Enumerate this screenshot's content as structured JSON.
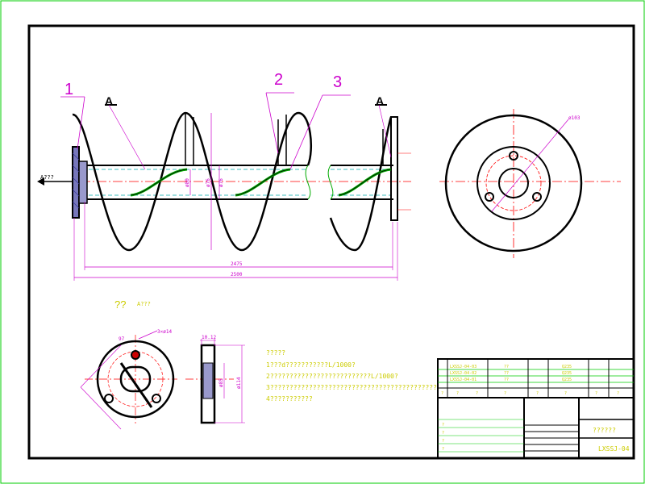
{
  "callouts": [
    "1",
    "2",
    "3"
  ],
  "section_mark": "A",
  "arrow_note": "A???",
  "dimensions": {
    "overall_length": "2500",
    "screw_length": "2475",
    "pitch_note": "ø60",
    "diameter_a": "ø80",
    "diameter_b": "ø76",
    "diameter_c": "ø76",
    "bolt_circle": "ø103",
    "flange_hole": "3×ø14",
    "flange_width": "10.12",
    "flange_dia1": "ø85",
    "flange_dia2": "ø114",
    "angle_dim": "97"
  },
  "view_label": "??",
  "view_label_small": "A???",
  "notes": {
    "title": "?????",
    "lines": [
      "1???d???????????L/1000?",
      "2??????????????????????????L/1000?",
      "3???????????????????????????????????????????",
      "4???????????"
    ]
  },
  "title_block": {
    "drawing_name": "??????",
    "drawing_number": "LXSSJ-04",
    "parts": [
      {
        "code": "LXSSJ-04-03",
        "name": "??",
        "mat": "Q235"
      },
      {
        "code": "LXSSJ-04-02",
        "name": "??",
        "mat": "Q235"
      },
      {
        "code": "LXSSJ-04-01",
        "name": "??",
        "mat": "Q235"
      }
    ],
    "header_cells": [
      "?",
      "?",
      "?",
      "?",
      "?",
      "?",
      "?",
      "?",
      "?",
      "?"
    ],
    "small_cells": [
      "?",
      "?",
      "?",
      "?"
    ]
  },
  "colors": {
    "border": "#000000",
    "outer_frame": "#00cc00",
    "magenta": "#cc00cc",
    "yellow": "#cccc00",
    "red": "#ff0000",
    "green": "#00aa00",
    "cyan": "#00aaaa",
    "hatch": "#333399"
  }
}
